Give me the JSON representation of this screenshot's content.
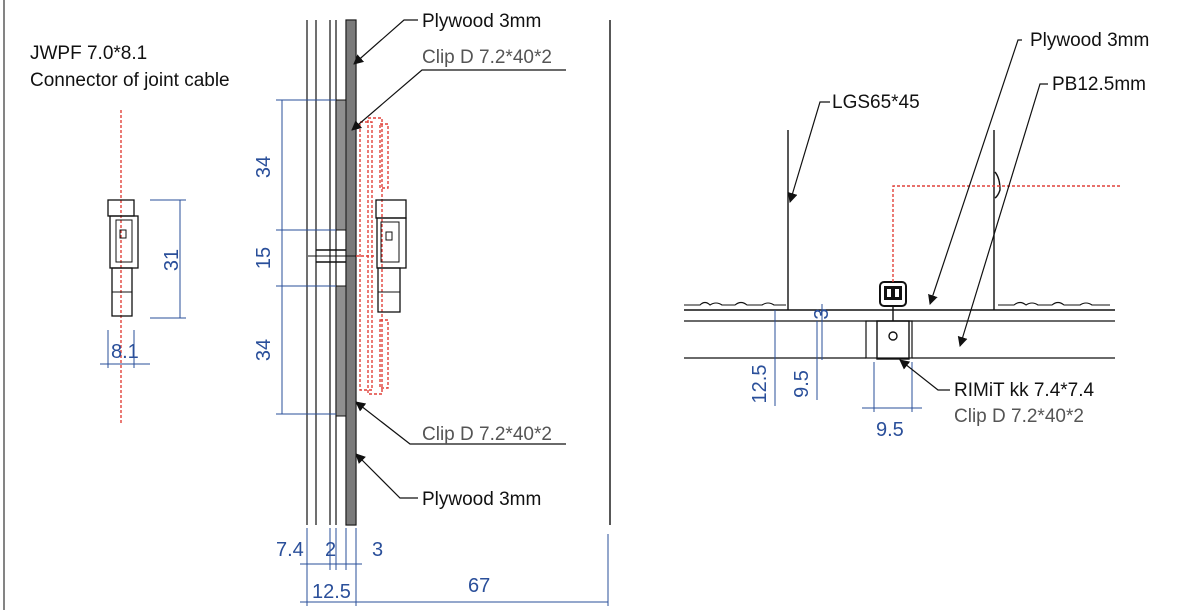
{
  "left_detail": {
    "title": "JWPF 7.0*8.1",
    "subtitle": "Connector of joint cable",
    "dim_height": "31",
    "dim_width": "8.1"
  },
  "middle_section": {
    "label_plywood_top": "Plywood 3mm",
    "label_clip_top": "Clip D 7.2*40*2",
    "label_clip_bottom": "Clip D 7.2*40*2",
    "label_plywood_bottom": "Plywood 3mm",
    "dim_upper": "34",
    "dim_gap": "15",
    "dim_lower": "34",
    "dim_7_4": "7.4",
    "dim_2": "2",
    "dim_3": "3",
    "dim_12_5": "12.5",
    "dim_67": "67"
  },
  "right_section": {
    "label_plywood": "Plywood 3mm",
    "label_lgs": "LGS65*45",
    "label_pb": "PB12.5mm",
    "label_rimit": "RIMiT kk 7.4*7.4",
    "label_clip": "Clip D 7.2*40*2",
    "dim_3": "3",
    "dim_12_5": "12.5",
    "dim_9_5_vertical": "9.5",
    "dim_9_5_horizontal": "9.5"
  }
}
